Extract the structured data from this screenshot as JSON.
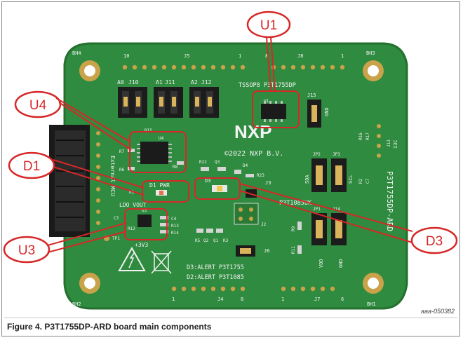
{
  "figure": {
    "caption": "Figure 4.  P3T1755DP-ARD board main components",
    "doc_id": "aaa-050382"
  },
  "colors": {
    "pcb": "#2f8b3f",
    "pcb_edge": "#23702f",
    "annotation": "#d62828",
    "silkscreen": "#f2f2f2"
  },
  "board": {
    "nxp_logo": "NXP",
    "copyright": "©2022 NXP B.V.",
    "vertical_name": "P3T1755DP-ARD",
    "package_label": "TSSOP8 P3T1755DP",
    "part_label": "P3T1085UK",
    "alert_line_1": "D3:ALERT P3T1755",
    "alert_line_2": "D2:ALERT P3T1085",
    "mounting_holes": {
      "top_left": "BH4",
      "top_right": "BH3",
      "bottom_left": "BH2",
      "bottom_right": "BH1"
    },
    "headers": {
      "j5": "J5",
      "j8": "J8",
      "j4": "J4",
      "j7": "J7",
      "j10": "J10",
      "j11": "J11",
      "j12": "J12",
      "j15": "J15",
      "j13": "J13",
      "jp2": "JP2",
      "jp3": "JP3",
      "jp1": "JP1",
      "j14": "J14",
      "j6": "J6",
      "j2": "J2",
      "j3": "J3"
    },
    "header_marks": {
      "t10": "10",
      "t1": "1",
      "t8": "8",
      "t1b": "1",
      "b1": "1",
      "b8": "8",
      "b1b": "1",
      "b6": "6"
    },
    "addr_labels": {
      "a0": "A0",
      "a1": "A1",
      "a2": "A2"
    },
    "misc_labels": {
      "ldo": "LDO VOUT",
      "pwr": "D1 PWR",
      "v33": "+3V3",
      "external_mcu": "External MCU",
      "sda": "SDA",
      "scl": "SCL",
      "vdd": "VDD",
      "gnd": "GND",
      "gnd_j15": "GND",
      "i3c": "I3C",
      "u1": "U1",
      "u3": "U3",
      "u4": "U4",
      "d3": "D3",
      "r15": "R15",
      "r7": "R7",
      "r6": "R6",
      "r8": "R8",
      "r1": "R1",
      "r22": "R22",
      "r23": "R23",
      "q3": "Q3",
      "d4": "D4",
      "c3": "C3",
      "c4": "C4",
      "r12": "R12",
      "r13": "R13",
      "r14": "R14",
      "tp1": "TP1",
      "r9": "R9",
      "r11": "R11",
      "r16": "R16",
      "r17": "R17",
      "r2": "R2",
      "c7": "C7",
      "q1": "Q1",
      "q2": "Q2",
      "r5": "R5",
      "r3": "R3"
    }
  },
  "annotations": [
    {
      "id": "u1",
      "label": "U1"
    },
    {
      "id": "u4",
      "label": "U4"
    },
    {
      "id": "d1",
      "label": "D1"
    },
    {
      "id": "u3",
      "label": "U3"
    },
    {
      "id": "d3",
      "label": "D3"
    }
  ]
}
